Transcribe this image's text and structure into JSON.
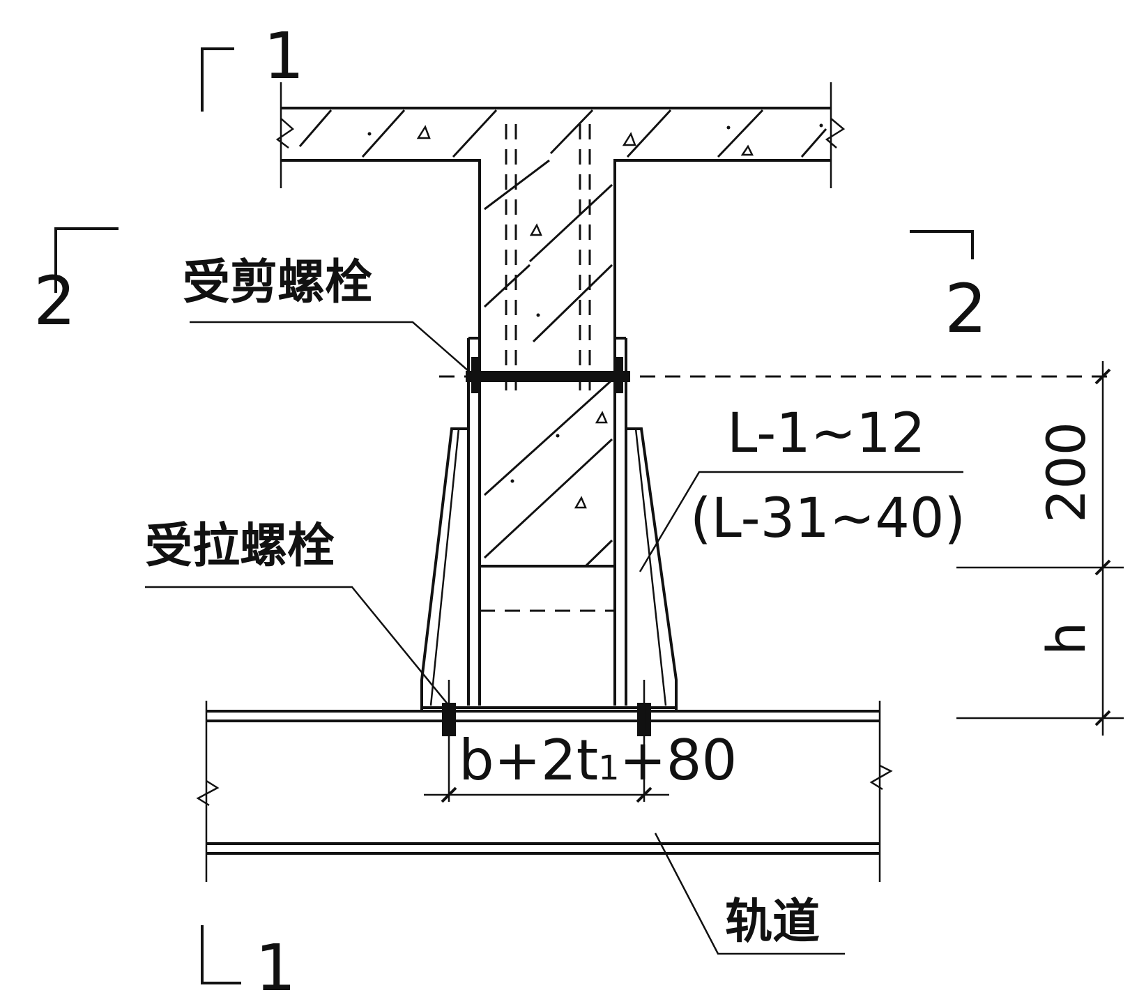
{
  "section_marks": {
    "top_number": "1",
    "bottom_number": "1",
    "left_number": "2",
    "right_number": "2"
  },
  "labels": {
    "shear_bolt": "受剪螺栓",
    "tension_bolt": "受拉螺栓",
    "part_code": "L-1~12",
    "part_code_alt": "(L-31~40)",
    "rail": "轨道"
  },
  "dimensions": {
    "upper_height": "200",
    "lower_height": "h",
    "width_formula_main": "b+2t",
    "width_formula_sub": "1",
    "width_formula_tail": "+80"
  }
}
